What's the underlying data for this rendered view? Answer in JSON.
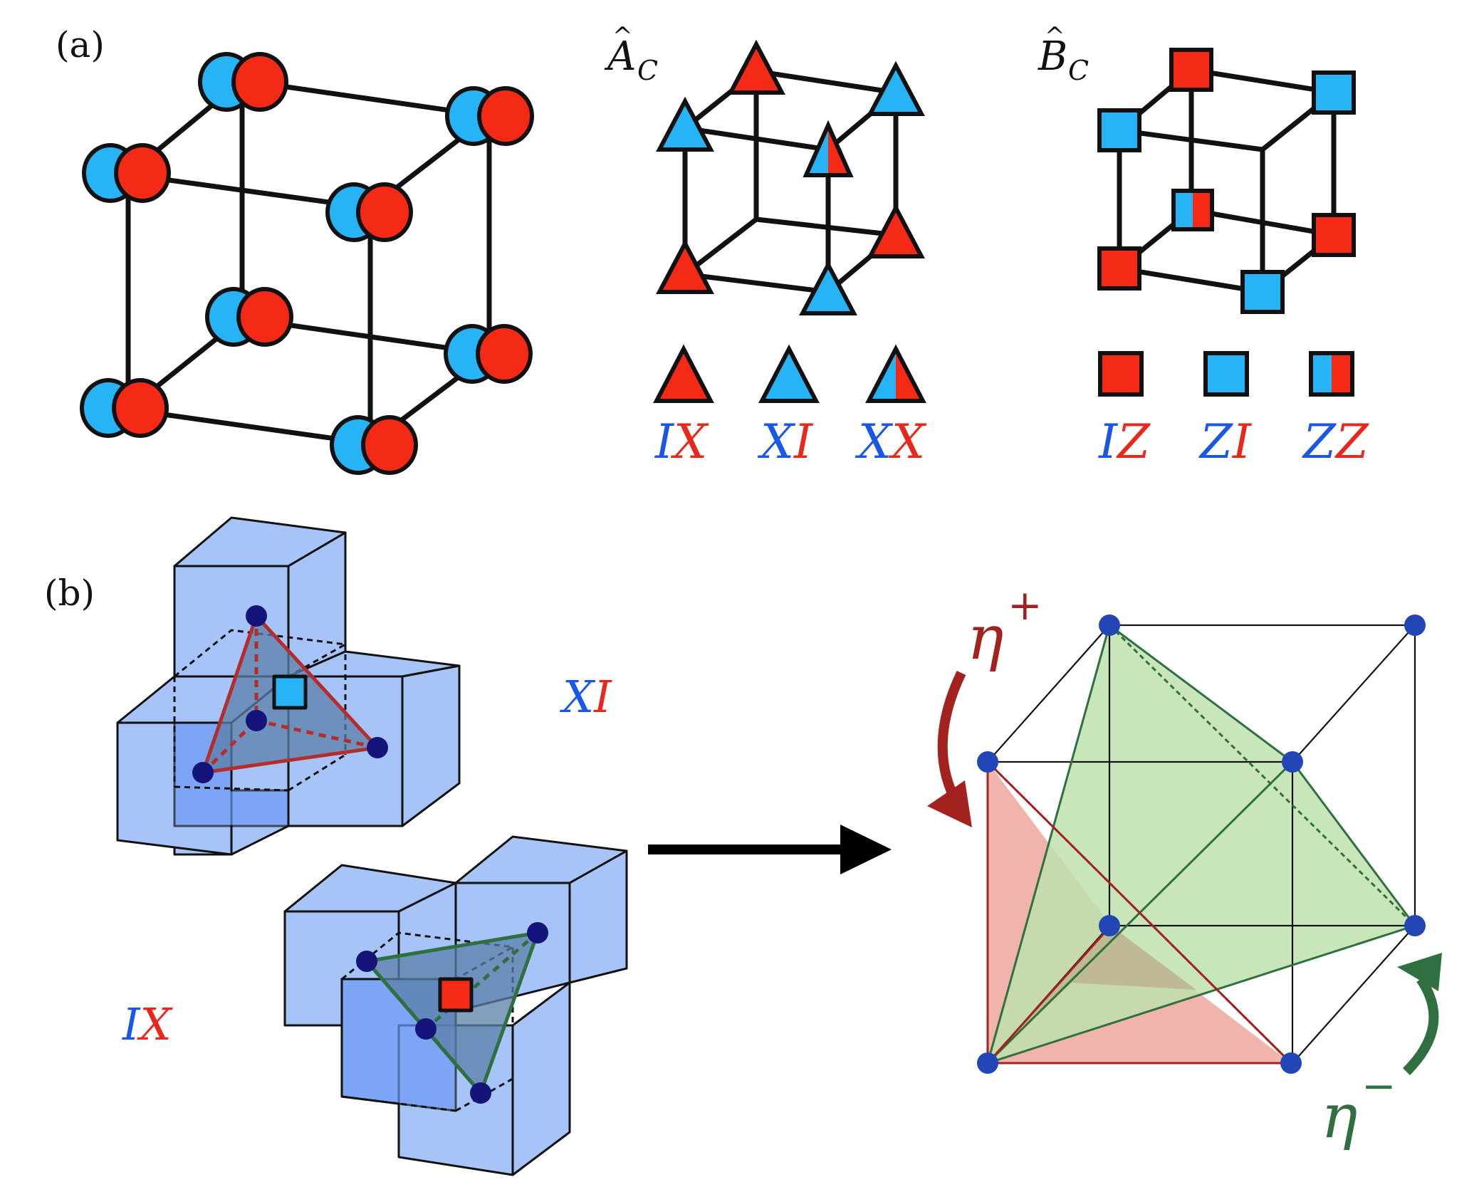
{
  "panel_a_label": "(a)",
  "panel_b_label": "(b)",
  "operator_a": {
    "letter": "A",
    "sub": "C"
  },
  "operator_b": {
    "letter": "B",
    "sub": "C"
  },
  "triangle_legend": [
    {
      "first": "I",
      "second": "X"
    },
    {
      "first": "X",
      "second": "I"
    },
    {
      "first": "X",
      "second": "X"
    }
  ],
  "square_legend": [
    {
      "first": "I",
      "second": "Z"
    },
    {
      "first": "Z",
      "second": "I"
    },
    {
      "first": "Z",
      "second": "Z"
    }
  ],
  "label_xi": {
    "first": "X",
    "second": "I"
  },
  "label_ix": {
    "first": "I",
    "second": "X"
  },
  "eta_plus": {
    "base": "η",
    "sup": "+"
  },
  "eta_minus": {
    "base": "η",
    "sup": "−"
  },
  "colors": {
    "red": "#f42a17",
    "blue": "#27b4f7",
    "text_blue": "#1a57e8",
    "text_red": "#e8281c",
    "dark_red": "#a3221f",
    "dark_green": "#2f7040",
    "node_navy": "#15147a",
    "node_blue": "#2346b7",
    "cube_fill": "#a7c4f8",
    "tetra_red": "#eea79d",
    "tetra_green": "#bfe0ae"
  }
}
